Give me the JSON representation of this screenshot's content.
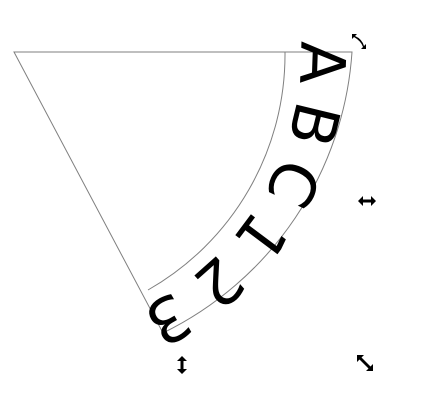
{
  "shape": {
    "text": "ABC123",
    "letters": [
      "A",
      "B",
      "C",
      "1",
      "2",
      "3"
    ],
    "stroke_color": "#7f7f7f",
    "text_color": "#000000"
  },
  "handles": [
    {
      "name": "rotate-handle-icon",
      "glyph": "rotate-arrow"
    },
    {
      "name": "resize-horizontal-icon",
      "glyph": "double-arrow-horizontal"
    },
    {
      "name": "resize-vertical-icon",
      "glyph": "double-arrow-vertical"
    },
    {
      "name": "resize-diagonal-icon",
      "glyph": "double-arrow-diagonal"
    }
  ]
}
